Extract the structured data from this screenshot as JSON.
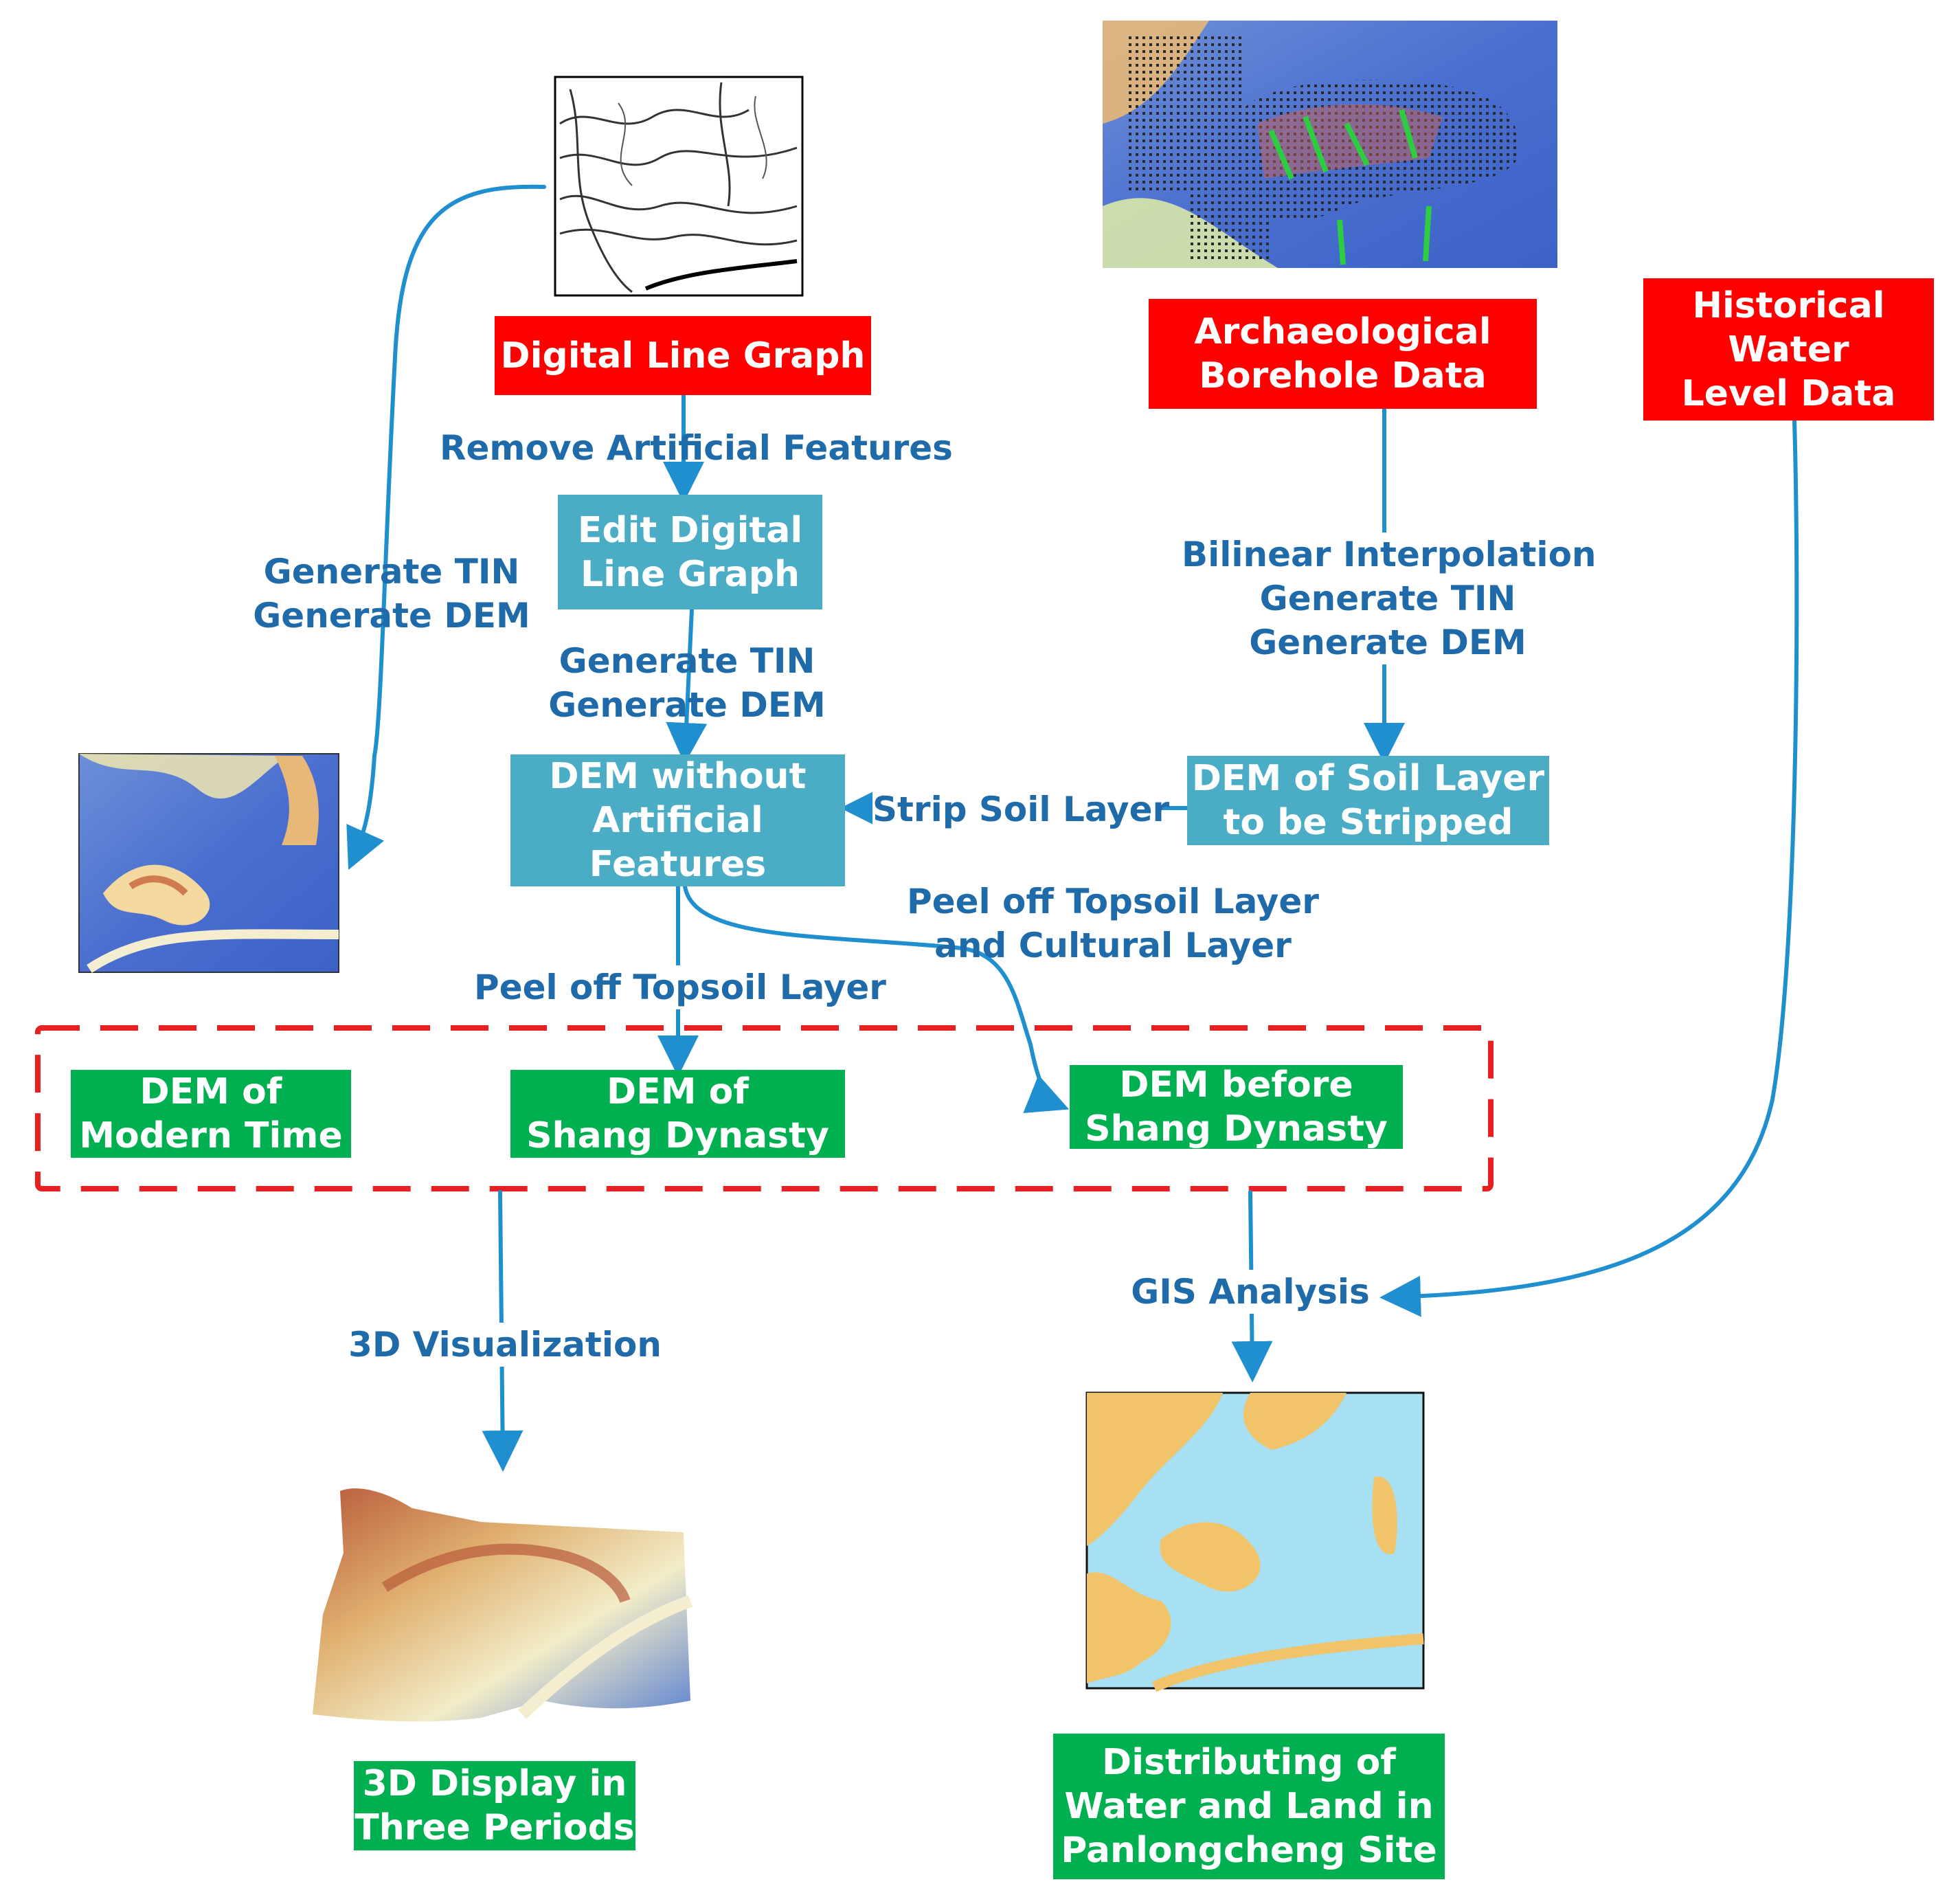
{
  "colors": {
    "source_box": "#ff0000",
    "process_box": "#4bacc6",
    "result_box": "#00b050",
    "arrow": "#1f8fd0",
    "label_text": "#1f6aa8",
    "dashed_group": "#e52121"
  },
  "boxes": {
    "digital_line_graph": "Digital Line Graph",
    "archaeological_borehole": [
      "Archaeological",
      "Borehole Data"
    ],
    "historical_water": [
      "Historical",
      "Water",
      "Level Data"
    ],
    "edit_dlg": [
      "Edit Digital",
      "Line Graph"
    ],
    "dem_without_artificial": [
      "DEM without",
      "Artificial",
      "Features"
    ],
    "dem_soil_layer": [
      "DEM of Soil Layer",
      "to be Stripped"
    ],
    "dem_modern": [
      "DEM of",
      "Modern Time"
    ],
    "dem_shang": [
      "DEM of",
      "Shang Dynasty"
    ],
    "dem_before_shang": [
      "DEM before",
      "Shang Dynasty"
    ],
    "display_3d": [
      "3D Display in",
      "Three Periods"
    ],
    "water_land": [
      "Distributing of",
      "Water and Land in",
      "Panlongcheng Site"
    ]
  },
  "labels": {
    "remove_artificial": "Remove Artificial Features",
    "generate_left": [
      "Generate TIN",
      "Generate DEM"
    ],
    "generate_mid": [
      "Generate TIN",
      "Generate DEM"
    ],
    "bilinear": [
      "Bilinear Interpolation",
      "Generate TIN",
      "Generate DEM"
    ],
    "strip_soil": "Strip Soil Layer",
    "peel_topsoil_cultural": [
      "Peel off Topsoil Layer",
      "and Cultural Layer"
    ],
    "peel_topsoil": "Peel off Topsoil Layer",
    "visualization_3d": "3D Visualization",
    "gis_analysis": "GIS Analysis"
  }
}
